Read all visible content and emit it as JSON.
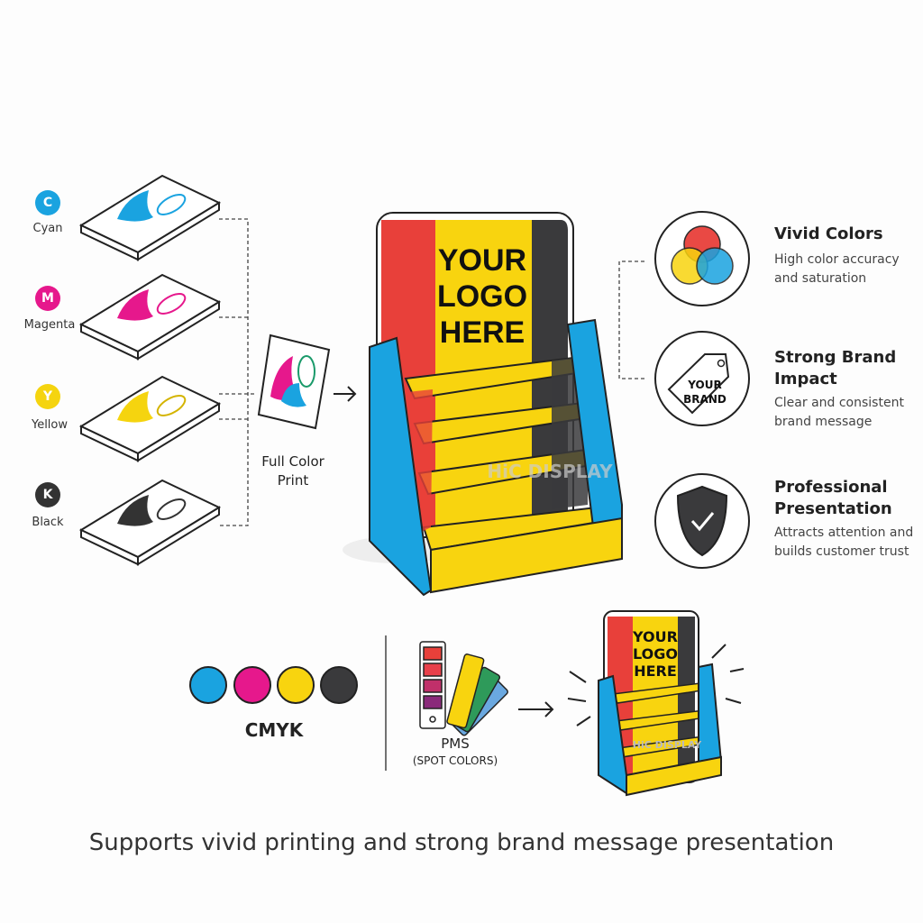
{
  "channels": [
    {
      "letter": "C",
      "name": "Cyan",
      "color": "#1aa3e0"
    },
    {
      "letter": "M",
      "name": "Magenta",
      "color": "#e6188c"
    },
    {
      "letter": "Y",
      "name": "Yellow",
      "color": "#f5d40f"
    },
    {
      "letter": "K",
      "name": "Black",
      "color": "#333333"
    }
  ],
  "full_print": {
    "line1": "Full Color",
    "line2": "Print"
  },
  "display": {
    "logo": [
      "YOUR",
      "LOGO",
      "HERE"
    ],
    "watermark": "HiC DISPLAY"
  },
  "features": [
    {
      "icon": "color-venn-icon",
      "title": [
        "Vivid Colors"
      ],
      "desc": [
        "High color accuracy",
        "and saturation"
      ]
    },
    {
      "icon": "brand-tag-icon",
      "tag": [
        "YOUR",
        "BRAND"
      ],
      "title": [
        "Strong Brand",
        "Impact"
      ],
      "desc": [
        "Clear and consistent",
        "brand message"
      ]
    },
    {
      "icon": "shield-check-icon",
      "title": [
        "Professional",
        "Presentation"
      ],
      "desc": [
        "Attracts attention and",
        "builds customer trust"
      ]
    }
  ],
  "bottom": {
    "cmyk_label": "CMYK",
    "pms_label": "PMS",
    "pms_sub": "(SPOT COLORS)"
  },
  "caption": "Supports vivid printing and strong brand message presentation"
}
